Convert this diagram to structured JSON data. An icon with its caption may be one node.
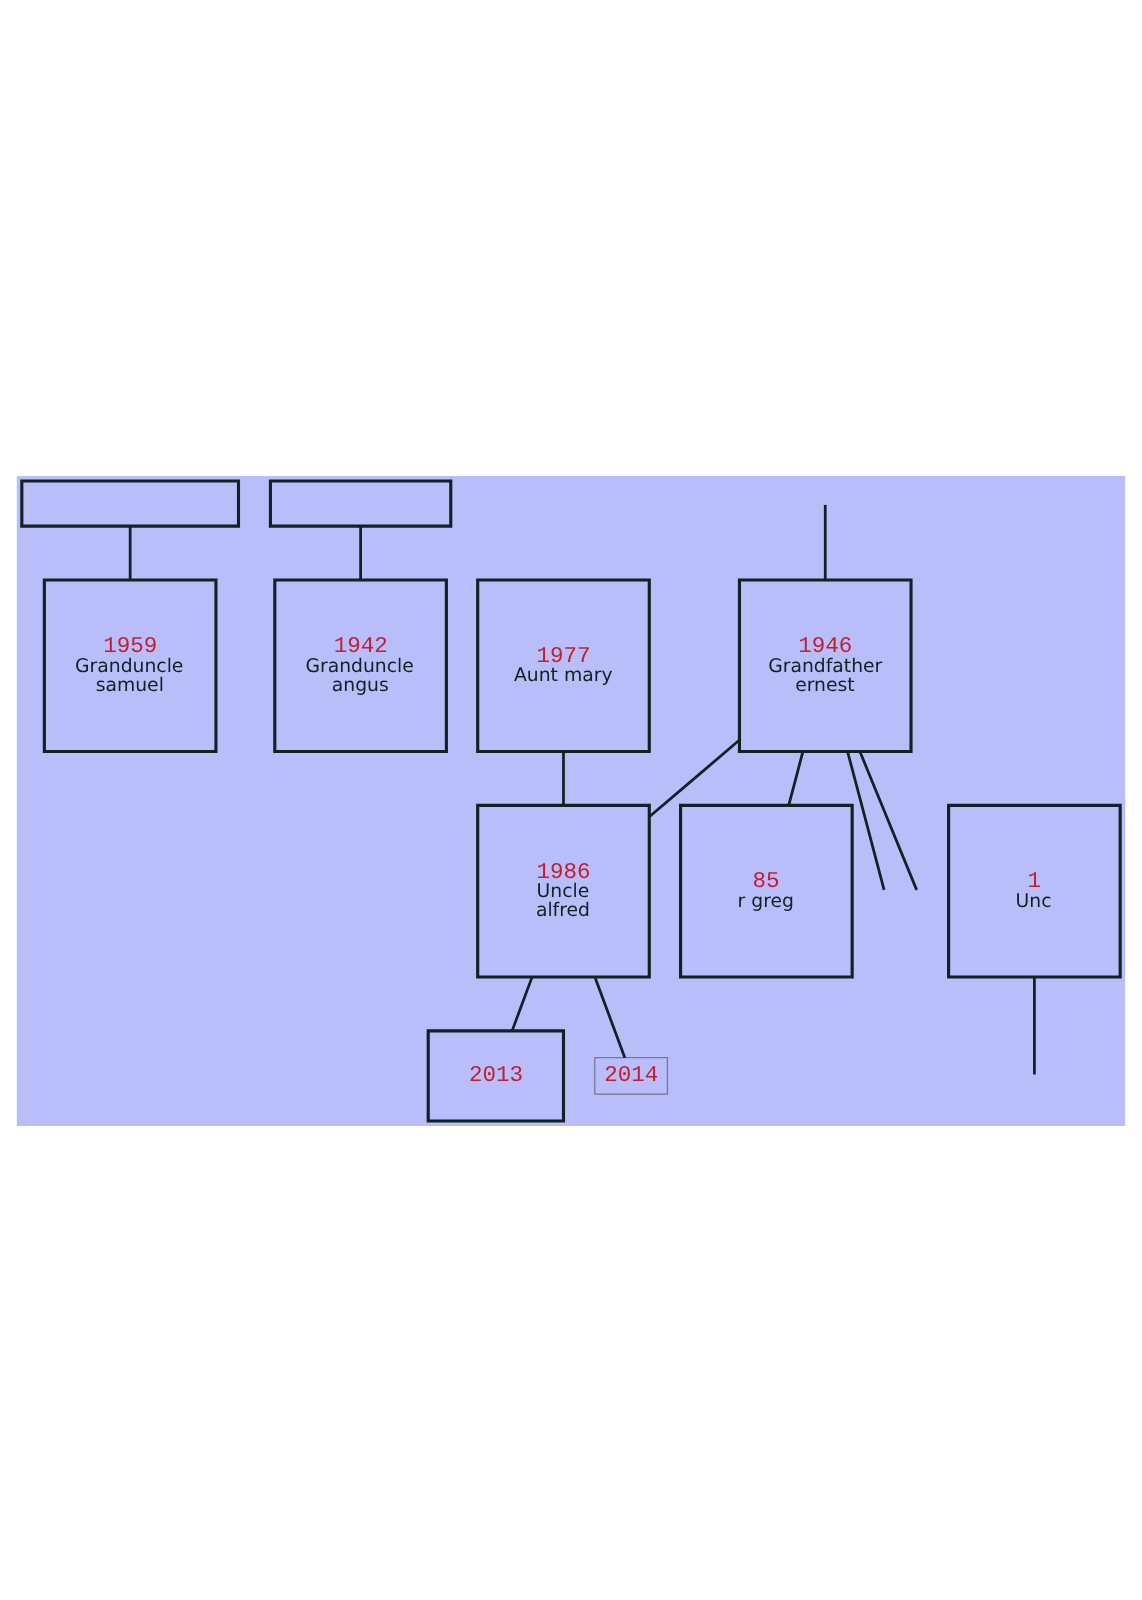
{
  "diagram": {
    "nodes": [
      {
        "text": [],
        "shape": "box"
      },
      {
        "text": [],
        "shape": "box"
      },
      {
        "text": [
          "1959",
          "Granduncle samuel"
        ]
      },
      {
        "text": [
          "1946",
          "Grandfather ernest"
        ]
      },
      {
        "text": [
          "1942",
          "Granduncle angus"
        ]
      },
      {
        "text": [
          "1977",
          "Aunt mary"
        ]
      },
      {
        "text": [
          "85",
          "r greg"
        ]
      },
      {
        "text": [
          "1",
          "Unc"
        ]
      },
      {
        "text": [
          "1986",
          "Uncle alfred"
        ]
      },
      {
        "text": [
          "2013"
        ]
      },
      {
        "text": [
          "2014"
        ]
      }
    ],
    "edges": [
      {
        "from": 0,
        "to": 2,
        "arrow": "none"
      },
      {
        "from": null,
        "to": 3,
        "arrow": "none"
      },
      {
        "from": 1,
        "to": 4,
        "arrow": "none"
      },
      {
        "from": 3,
        "to": null,
        "arrow": "none"
      },
      {
        "from": 3,
        "to": 6,
        "arrow": "none"
      },
      {
        "from": 3,
        "to": 8,
        "arrow": "none"
      },
      {
        "from": 3,
        "to": null,
        "arrow": "none"
      },
      {
        "from": 5,
        "to": 8,
        "arrow": "none"
      },
      {
        "from": 8,
        "to": 9,
        "arrow": "none"
      },
      {
        "from": 8,
        "to": 10,
        "arrow": "none"
      },
      {
        "from": 7,
        "to": null,
        "arrow": "none"
      }
    ]
  }
}
